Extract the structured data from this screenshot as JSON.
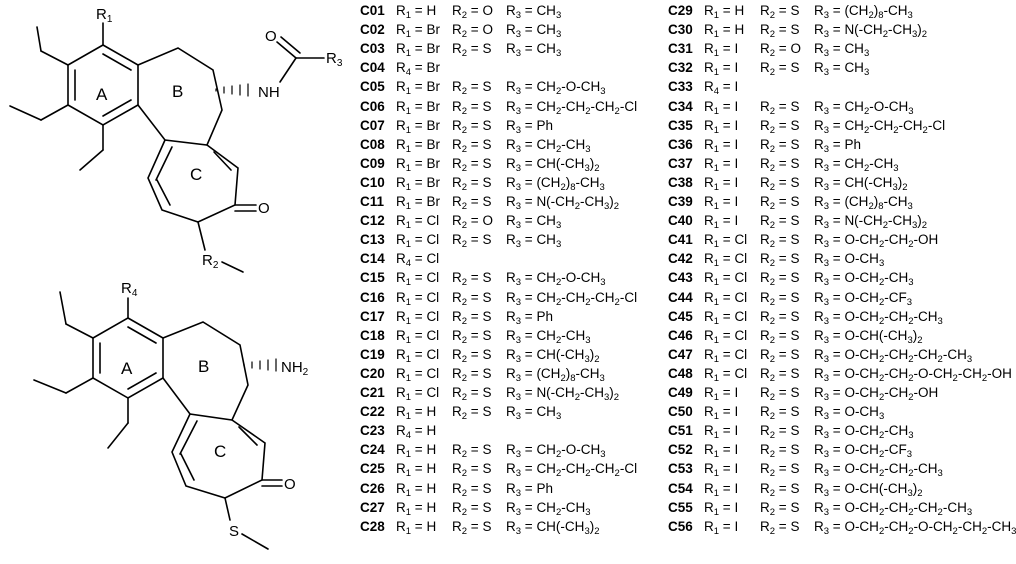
{
  "structures": {
    "top": {
      "r1_label": "R",
      "r1_sub": "1",
      "r2_label": "R",
      "r2_sub": "2",
      "r3_label": "R",
      "r3_sub": "3",
      "ring_a": "A",
      "ring_b": "B",
      "ring_c": "C",
      "o_amide": "O",
      "o_ketone": "O",
      "nh_label": "NH"
    },
    "bottom": {
      "r4_label": "R",
      "r4_sub": "4",
      "ring_a": "A",
      "ring_b": "B",
      "ring_c": "C",
      "nh2_label": "NH",
      "nh2_sub": "2",
      "o_ketone": "O",
      "s_label": "S"
    }
  },
  "compounds": [
    {
      "id": "C01",
      "r1": "H",
      "r2": "O",
      "r3": "CH₃"
    },
    {
      "id": "C02",
      "r1": "Br",
      "r2": "O",
      "r3": "CH₃"
    },
    {
      "id": "C03",
      "r1": "Br",
      "r2": "S",
      "r3": "CH₃"
    },
    {
      "id": "C04",
      "r4": "Br"
    },
    {
      "id": "C05",
      "r1": "Br",
      "r2": "S",
      "r3": "CH₂-O-CH₃"
    },
    {
      "id": "C06",
      "r1": "Br",
      "r2": "S",
      "r3": "CH₂-CH₂-CH₂-Cl"
    },
    {
      "id": "C07",
      "r1": "Br",
      "r2": "S",
      "r3": "Ph"
    },
    {
      "id": "C08",
      "r1": "Br",
      "r2": "S",
      "r3": "CH₂-CH₃"
    },
    {
      "id": "C09",
      "r1": "Br",
      "r2": "S",
      "r3": "CH(-CH₃)₂"
    },
    {
      "id": "C10",
      "r1": "Br",
      "r2": "S",
      "r3": "(CH₂)₈-CH₃"
    },
    {
      "id": "C11",
      "r1": "Br",
      "r2": "S",
      "r3": "N(-CH₂-CH₃)₂"
    },
    {
      "id": "C12",
      "r1": "Cl",
      "r2": "O",
      "r3": "CH₃"
    },
    {
      "id": "C13",
      "r1": "Cl",
      "r2": "S",
      "r3": "CH₃"
    },
    {
      "id": "C14",
      "r4": "Cl"
    },
    {
      "id": "C15",
      "r1": "Cl",
      "r2": "S",
      "r3": "CH₂-O-CH₃"
    },
    {
      "id": "C16",
      "r1": "Cl",
      "r2": "S",
      "r3": "CH₂-CH₂-CH₂-Cl"
    },
    {
      "id": "C17",
      "r1": "Cl",
      "r2": "S",
      "r3": "Ph"
    },
    {
      "id": "C18",
      "r1": "Cl",
      "r2": "S",
      "r3": "CH₂-CH₃"
    },
    {
      "id": "C19",
      "r1": "Cl",
      "r2": "S",
      "r3": "CH(-CH₃)₂"
    },
    {
      "id": "C20",
      "r1": "Cl",
      "r2": "S",
      "r3": "(CH₂)₈-CH₃"
    },
    {
      "id": "C21",
      "r1": "Cl",
      "r2": "S",
      "r3": "N(-CH₂-CH₃)₂"
    },
    {
      "id": "C22",
      "r1": "H",
      "r2": "S",
      "r3": "CH₃"
    },
    {
      "id": "C23",
      "r4": "H"
    },
    {
      "id": "C24",
      "r1": "H",
      "r2": "S",
      "r3": "CH₂-O-CH₃"
    },
    {
      "id": "C25",
      "r1": "H",
      "r2": "S",
      "r3": "CH₂-CH₂-CH₂-Cl"
    },
    {
      "id": "C26",
      "r1": "H",
      "r2": "S",
      "r3": "Ph"
    },
    {
      "id": "C27",
      "r1": "H",
      "r2": "S",
      "r3": "CH₂-CH₃"
    },
    {
      "id": "C28",
      "r1": "H",
      "r2": "S",
      "r3": "CH(-CH₃)₂"
    },
    {
      "id": "C29",
      "r1": "H",
      "r2": "S",
      "r3": "(CH₂)₈-CH₃"
    },
    {
      "id": "C30",
      "r1": "H",
      "r2": "S",
      "r3": "N(-CH₂-CH₃)₂"
    },
    {
      "id": "C31",
      "r1": "I",
      "r2": "O",
      "r3": "CH₃"
    },
    {
      "id": "C32",
      "r1": "I",
      "r2": "S",
      "r3": "CH₃"
    },
    {
      "id": "C33",
      "r4": "I"
    },
    {
      "id": "C34",
      "r1": "I",
      "r2": "S",
      "r3": "CH₂-O-CH₃"
    },
    {
      "id": "C35",
      "r1": "I",
      "r2": "S",
      "r3": "CH₂-CH₂-CH₂-Cl"
    },
    {
      "id": "C36",
      "r1": "I",
      "r2": "S",
      "r3": "Ph"
    },
    {
      "id": "C37",
      "r1": "I",
      "r2": "S",
      "r3": "CH₂-CH₃"
    },
    {
      "id": "C38",
      "r1": "I",
      "r2": "S",
      "r3": "CH(-CH₃)₂"
    },
    {
      "id": "C39",
      "r1": "I",
      "r2": "S",
      "r3": "(CH₂)₈-CH₃"
    },
    {
      "id": "C40",
      "r1": "I",
      "r2": "S",
      "r3": "N(-CH₂-CH₃)₂"
    },
    {
      "id": "C41",
      "r1": "Cl",
      "r2": "S",
      "r3": "O-CH₂-CH₂-OH"
    },
    {
      "id": "C42",
      "r1": "Cl",
      "r2": "S",
      "r3": "O-CH₃"
    },
    {
      "id": "C43",
      "r1": "Cl",
      "r2": "S",
      "r3": "O-CH₂-CH₃"
    },
    {
      "id": "C44",
      "r1": "Cl",
      "r2": "S",
      "r3": "O-CH₂-CF₃"
    },
    {
      "id": "C45",
      "r1": "Cl",
      "r2": "S",
      "r3": "O-CH₂-CH₂-CH₃"
    },
    {
      "id": "C46",
      "r1": "Cl",
      "r2": "S",
      "r3": "O-CH(-CH₃)₂"
    },
    {
      "id": "C47",
      "r1": "Cl",
      "r2": "S",
      "r3": "O-CH₂-CH₂-CH₂-CH₃"
    },
    {
      "id": "C48",
      "r1": "Cl",
      "r2": "S",
      "r3": "O-CH₂-CH₂-O-CH₂-CH₂-OH"
    },
    {
      "id": "C49",
      "r1": "I",
      "r2": "S",
      "r3": "O-CH₂-CH₂-OH"
    },
    {
      "id": "C50",
      "r1": "I",
      "r2": "S",
      "r3": "O-CH₃"
    },
    {
      "id": "C51",
      "r1": "I",
      "r2": "S",
      "r3": "O-CH₂-CH₃"
    },
    {
      "id": "C52",
      "r1": "I",
      "r2": "S",
      "r3": "O-CH₂-CF₃"
    },
    {
      "id": "C53",
      "r1": "I",
      "r2": "S",
      "r3": "O-CH₂-CH₂-CH₃"
    },
    {
      "id": "C54",
      "r1": "I",
      "r2": "S",
      "r3": "O-CH(-CH₃)₂"
    },
    {
      "id": "C55",
      "r1": "I",
      "r2": "S",
      "r3": "O-CH₂-CH₂-CH₂-CH₃"
    },
    {
      "id": "C56",
      "r1": "I",
      "r2": "S",
      "r3": "O-CH₂-CH₂-O-CH₂-CH₂-CH₃"
    }
  ]
}
